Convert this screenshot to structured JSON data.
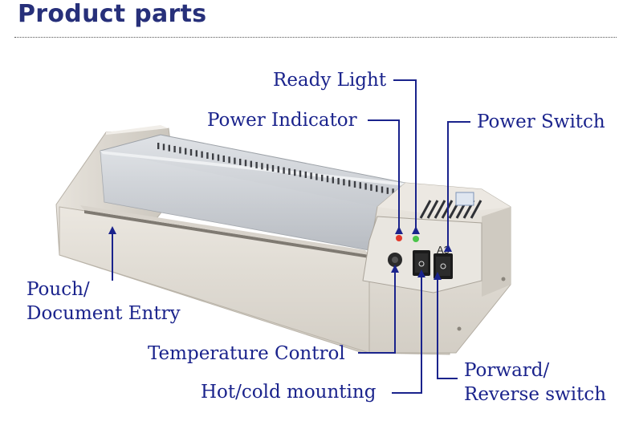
{
  "header": {
    "title": "Product parts"
  },
  "labels": {
    "ready_light": "Ready Light",
    "power_indicator": "Power Indicator",
    "power_switch": "Power Switch",
    "pouch_line1": "Pouch/",
    "pouch_line2": "Document Entry",
    "temperature_control": "Temperature Control",
    "hot_cold_mounting": "Hot/cold mounting",
    "forward_line1": "Porward/",
    "forward_line2": "Reverse switch"
  },
  "panel": {
    "model_text": "A3"
  },
  "colors": {
    "label": "#1a238c",
    "title": "#27307a",
    "body": "#e2ddd5",
    "cover": "#c9cdd3"
  }
}
